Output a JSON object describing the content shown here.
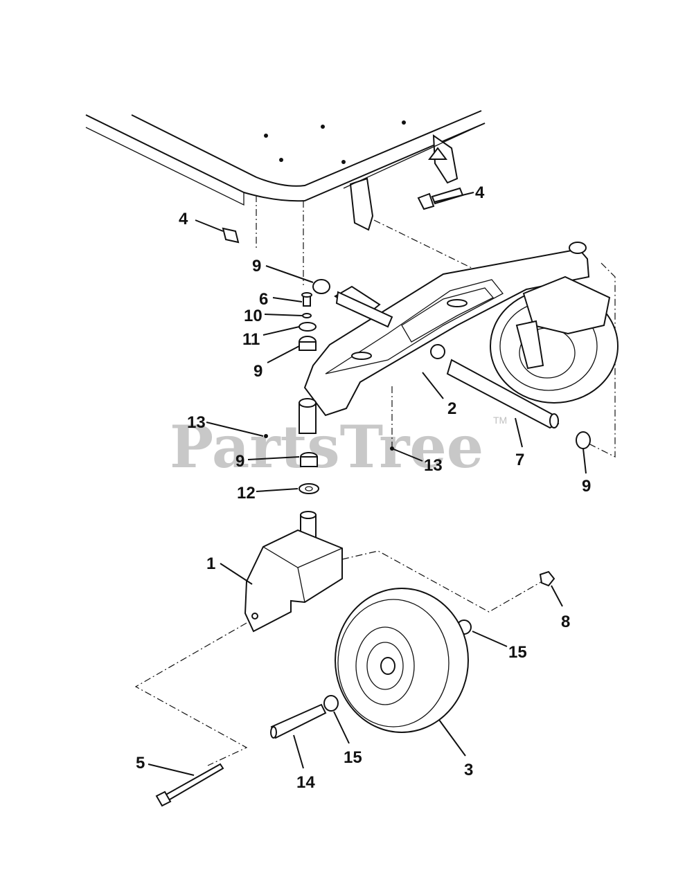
{
  "watermark": {
    "text": "PartsTree",
    "trademark": "TM"
  },
  "callouts": [
    {
      "id": "c4a",
      "text": "4"
    },
    {
      "id": "c4b",
      "text": "4"
    },
    {
      "id": "c9a",
      "text": "9"
    },
    {
      "id": "c6",
      "text": "6"
    },
    {
      "id": "c10",
      "text": "10"
    },
    {
      "id": "c11",
      "text": "11"
    },
    {
      "id": "c9b",
      "text": "9"
    },
    {
      "id": "c2",
      "text": "2"
    },
    {
      "id": "c13a",
      "text": "13"
    },
    {
      "id": "c13b",
      "text": "13"
    },
    {
      "id": "c9c",
      "text": "9"
    },
    {
      "id": "c7",
      "text": "7"
    },
    {
      "id": "c9d",
      "text": "9"
    },
    {
      "id": "c12",
      "text": "12"
    },
    {
      "id": "c1",
      "text": "1"
    },
    {
      "id": "c8",
      "text": "8"
    },
    {
      "id": "c15a",
      "text": "15"
    },
    {
      "id": "c15b",
      "text": "15"
    },
    {
      "id": "c3",
      "text": "3"
    },
    {
      "id": "c14",
      "text": "14"
    },
    {
      "id": "c5",
      "text": "5"
    }
  ]
}
